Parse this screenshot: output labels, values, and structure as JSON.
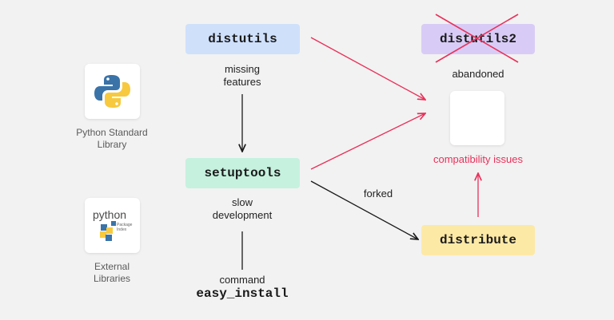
{
  "left": {
    "stdlib_label_line1": "Python Standard",
    "stdlib_label_line2": "Library",
    "external_label_line1": "External",
    "external_label_line2": "Libraries",
    "pypi_logo_text": "python",
    "pypi_logo_small1": "Package",
    "pypi_logo_small2": "Index"
  },
  "nodes": {
    "distutils": "distutils",
    "setuptools": "setuptools",
    "distutils2": "distutils2",
    "distribute": "distribute"
  },
  "labels": {
    "missing_1": "missing",
    "missing_2": "features",
    "slow_1": "slow",
    "slow_2": "development",
    "command": "command",
    "easy_install": "easy_install",
    "abandoned": "abandoned",
    "compat": "compatibility issues",
    "forked": "forked"
  },
  "colors": {
    "background": "#f2f2f2",
    "distutils": "#cfe0fb",
    "setuptools": "#c6f1df",
    "distutils2": "#d8ccf6",
    "distribute": "#fde9a6",
    "accent_red": "#e8315a",
    "python_blue": "#3a73a8",
    "python_yellow": "#f7c93e"
  }
}
